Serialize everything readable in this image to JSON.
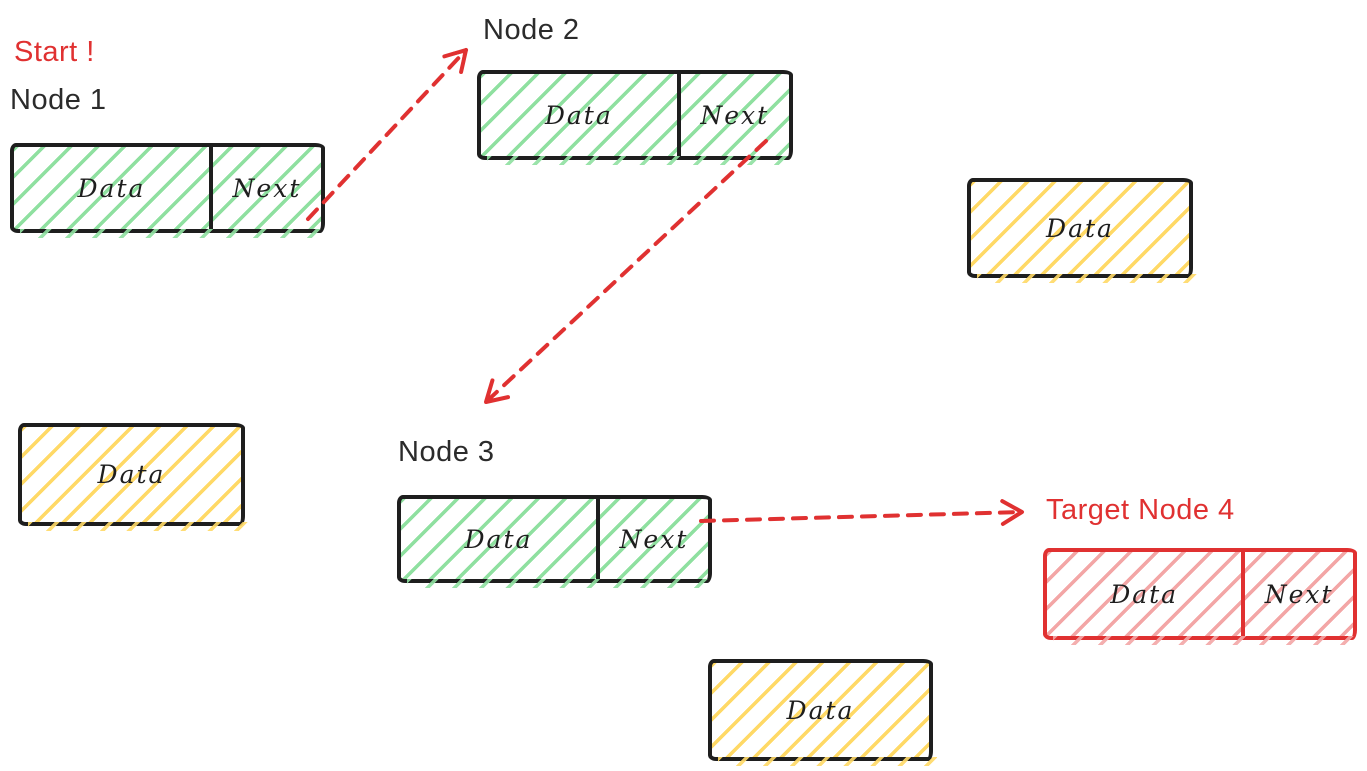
{
  "diagram_type": "linked-list-traversal",
  "annotations": {
    "start_label": "Start !"
  },
  "nodes": [
    {
      "id": "node-1",
      "label": "Node 1",
      "cells": [
        "Data",
        "Next"
      ],
      "variant": "green"
    },
    {
      "id": "node-2",
      "label": "Node 2",
      "cells": [
        "Data",
        "Next"
      ],
      "variant": "green"
    },
    {
      "id": "node-3",
      "label": "Node 3",
      "cells": [
        "Data",
        "Next"
      ],
      "variant": "green"
    },
    {
      "id": "node-4",
      "label": "Target Node 4",
      "cells": [
        "Data",
        "Next"
      ],
      "variant": "red"
    }
  ],
  "orphans": [
    {
      "id": "orphan-top-right",
      "cells": [
        "Data"
      ],
      "variant": "yellow"
    },
    {
      "id": "orphan-left",
      "cells": [
        "Data"
      ],
      "variant": "yellow"
    },
    {
      "id": "orphan-bottom",
      "cells": [
        "Data"
      ],
      "variant": "yellow"
    }
  ],
  "edges": [
    {
      "from": "Node 1 Next",
      "to": "Node 2",
      "style": "red-dashed-arrow"
    },
    {
      "from": "Node 2 Next",
      "to": "Node 3",
      "style": "red-dashed-arrow"
    },
    {
      "from": "Node 3 Next",
      "to": "Target Node 4",
      "style": "red-dashed-arrow"
    }
  ],
  "colors": {
    "green_hatch": "#8fe0a0",
    "yellow_hatch": "#ffd966",
    "red_hatch": "#f3a6a6",
    "accent_red": "#e03131",
    "ink": "#1e1e1e",
    "label_ink": "#2b2b2b",
    "canvas": "#ffffff"
  }
}
